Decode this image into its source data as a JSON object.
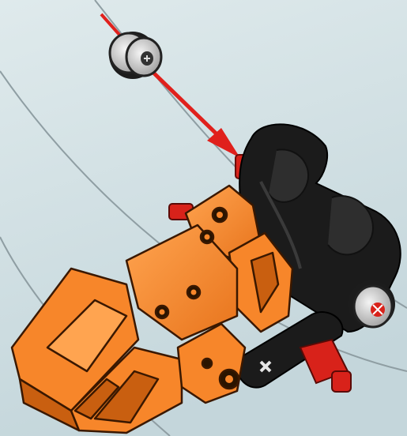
{
  "scene": {
    "kind": "building-instruction-step",
    "colors": {
      "background_top": "#dfeaec",
      "background_bottom": "#c4d6db",
      "guide_lines": "#8f9ea3",
      "arrow": "#e0201c",
      "orange_part": "#f7862a",
      "orange_shadow": "#c95f10",
      "black_part": "#1b1b1b",
      "axle_red": "#d8221a",
      "bush_grey": "#d8d8d8"
    },
    "parts": [
      {
        "name": "half-bush",
        "color": "light grey"
      },
      {
        "name": "black-connector-frame",
        "color": "black"
      },
      {
        "name": "orange-bionicle-foot",
        "color": "orange"
      },
      {
        "name": "red-axle-pins",
        "color": "red"
      },
      {
        "name": "black-beam-with-cross-hole",
        "color": "black"
      }
    ],
    "arrow_icon": "insert-direction-arrow"
  }
}
